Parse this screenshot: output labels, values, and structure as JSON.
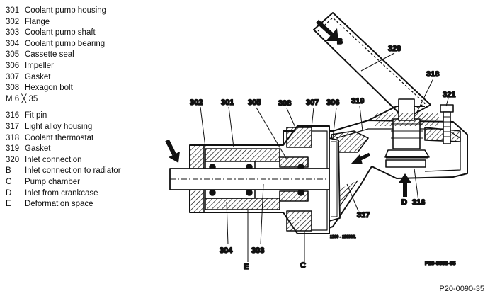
{
  "legend": [
    {
      "code": "301",
      "text": "Coolant pump housing"
    },
    {
      "code": "302",
      "text": "Flange"
    },
    {
      "code": "303",
      "text": "Coolant pump shaft"
    },
    {
      "code": "304",
      "text": "Coolant pump bearing"
    },
    {
      "code": "305",
      "text": "Cassette seal"
    },
    {
      "code": "306",
      "text": "Impeller"
    },
    {
      "code": "307",
      "text": "Gasket"
    },
    {
      "code": "308",
      "text": "Hexagon bolt"
    },
    {
      "code": "M 6 ╳ 35",
      "text": ""
    },
    {
      "code": "316",
      "text": "Fit pin"
    },
    {
      "code": "317",
      "text": "Light alloy housing"
    },
    {
      "code": "318",
      "text": "Coolant thermostat"
    },
    {
      "code": "319",
      "text": "Gasket"
    },
    {
      "code": "320",
      "text": "Inlet connection"
    },
    {
      "code": "B",
      "text": "Inlet connection to radiator"
    },
    {
      "code": "C",
      "text": "Pump chamber"
    },
    {
      "code": "D",
      "text": "Inlet from crankcase"
    },
    {
      "code": "E",
      "text": "Deformation space"
    }
  ],
  "callouts": {
    "c302": "302",
    "c301": "301",
    "c305": "305",
    "c308": "308",
    "c307": "307",
    "c306": "306",
    "c319": "319",
    "c320": "320",
    "c318": "318",
    "c321": "321",
    "c304": "304",
    "c303": "303",
    "c317": "317",
    "c316": "316",
    "cB": "B",
    "cD": "D",
    "cE": "E",
    "cC": "C"
  },
  "inner_ref": "1200 - 11639/1",
  "figure_ref": "P20-0090-35",
  "footer_ref": "P20-0090-35"
}
